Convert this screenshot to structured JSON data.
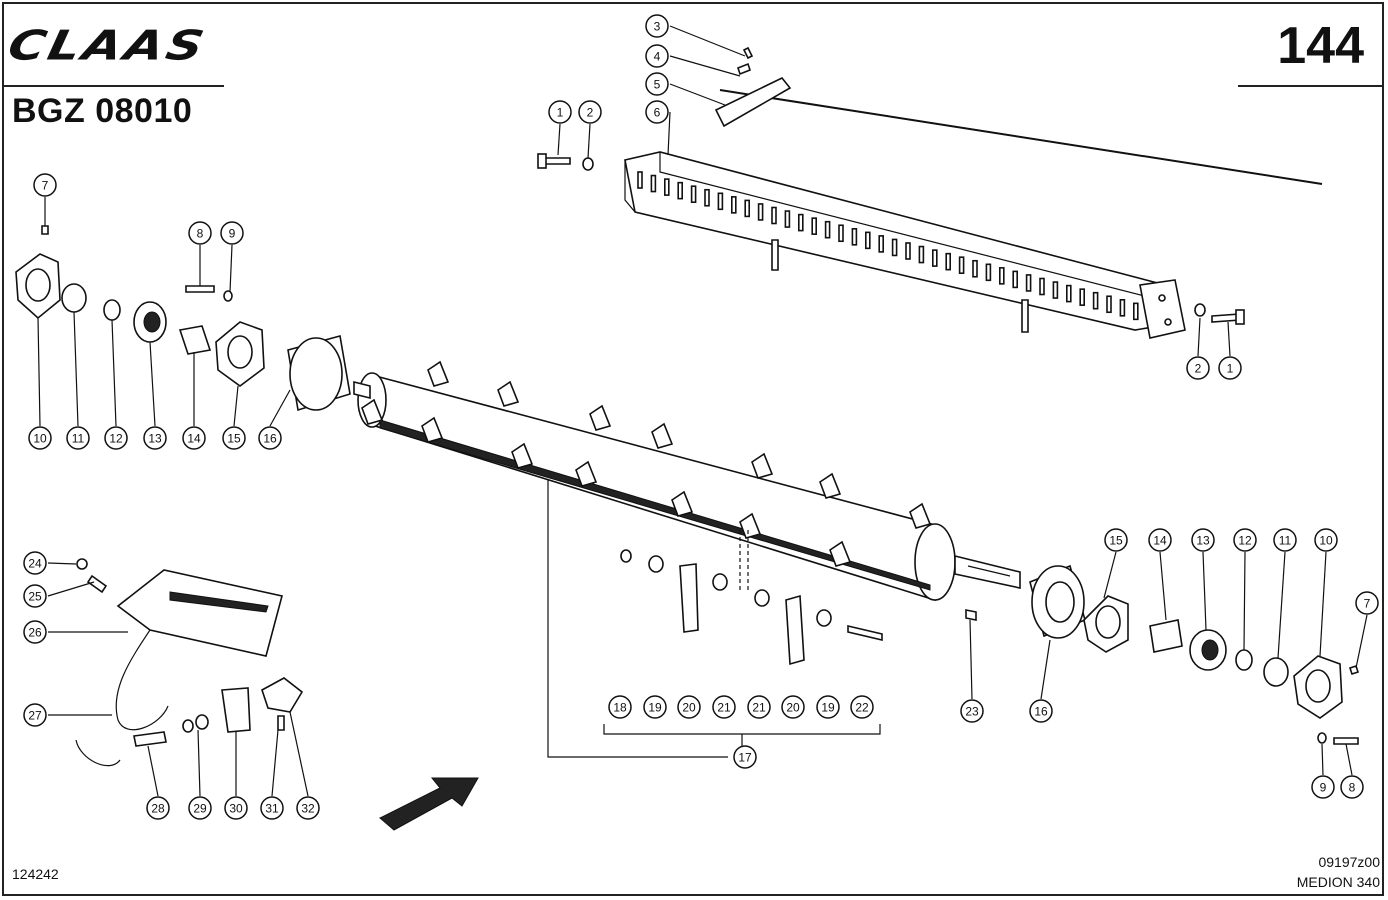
{
  "header": {
    "brand": "CLAAS",
    "page_number": "144",
    "group_code": "BGZ 08010"
  },
  "footer": {
    "figure_number": "124242",
    "drawing_ref": "09197z00",
    "model": "MEDION 340"
  },
  "callouts": [
    {
      "id": "c3a",
      "label": "3"
    },
    {
      "id": "c4a",
      "label": "4"
    },
    {
      "id": "c5a",
      "label": "5"
    },
    {
      "id": "c6a",
      "label": "6"
    },
    {
      "id": "c1a",
      "label": "1"
    },
    {
      "id": "c2a",
      "label": "2"
    },
    {
      "id": "c2b",
      "label": "2"
    },
    {
      "id": "c1b",
      "label": "1"
    },
    {
      "id": "c7a",
      "label": "7"
    },
    {
      "id": "c8a",
      "label": "8"
    },
    {
      "id": "c9a",
      "label": "9"
    },
    {
      "id": "c10a",
      "label": "10"
    },
    {
      "id": "c11a",
      "label": "11"
    },
    {
      "id": "c12a",
      "label": "12"
    },
    {
      "id": "c13a",
      "label": "13"
    },
    {
      "id": "c14a",
      "label": "14"
    },
    {
      "id": "c15a",
      "label": "15"
    },
    {
      "id": "c16a",
      "label": "16"
    },
    {
      "id": "c24",
      "label": "24"
    },
    {
      "id": "c25",
      "label": "25"
    },
    {
      "id": "c26",
      "label": "26"
    },
    {
      "id": "c27",
      "label": "27"
    },
    {
      "id": "c28",
      "label": "28"
    },
    {
      "id": "c29",
      "label": "29"
    },
    {
      "id": "c30",
      "label": "30"
    },
    {
      "id": "c31",
      "label": "31"
    },
    {
      "id": "c32",
      "label": "32"
    },
    {
      "id": "c18",
      "label": "18"
    },
    {
      "id": "c19a",
      "label": "19"
    },
    {
      "id": "c20a",
      "label": "20"
    },
    {
      "id": "c21a",
      "label": "21"
    },
    {
      "id": "c21b",
      "label": "21"
    },
    {
      "id": "c20b",
      "label": "20"
    },
    {
      "id": "c19b",
      "label": "19"
    },
    {
      "id": "c22",
      "label": "22"
    },
    {
      "id": "c17",
      "label": "17"
    },
    {
      "id": "c23",
      "label": "23"
    },
    {
      "id": "c16b",
      "label": "16"
    },
    {
      "id": "c15b",
      "label": "15"
    },
    {
      "id": "c14b",
      "label": "14"
    },
    {
      "id": "c13b",
      "label": "13"
    },
    {
      "id": "c12b",
      "label": "12"
    },
    {
      "id": "c11b",
      "label": "11"
    },
    {
      "id": "c10b",
      "label": "10"
    },
    {
      "id": "c7b",
      "label": "7"
    },
    {
      "id": "c9b",
      "label": "9"
    },
    {
      "id": "c8b",
      "label": "8"
    }
  ]
}
